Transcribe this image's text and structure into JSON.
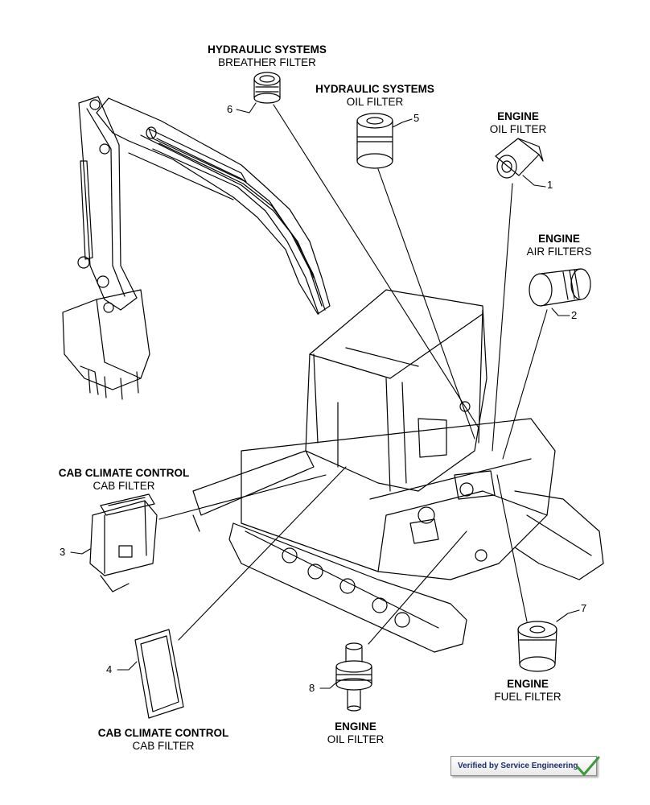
{
  "callouts": [
    {
      "id": "6",
      "title": "HYDRAULIC SYSTEMS",
      "subtitle": "BREATHER FILTER"
    },
    {
      "id": "5",
      "title": "HYDRAULIC SYSTEMS",
      "subtitle": "OIL FILTER"
    },
    {
      "id": "1",
      "title": "ENGINE",
      "subtitle": "OIL FILTER"
    },
    {
      "id": "2",
      "title": "ENGINE",
      "subtitle": "AIR FILTERS"
    },
    {
      "id": "3",
      "title": "CAB CLIMATE CONTROL",
      "subtitle": "CAB FILTER"
    },
    {
      "id": "4",
      "title": "CAB CLIMATE CONTROL",
      "subtitle": "CAB FILTER"
    },
    {
      "id": "7",
      "title": "ENGINE",
      "subtitle": "FUEL FILTER"
    },
    {
      "id": "8",
      "title": "ENGINE",
      "subtitle": "OIL FILTER"
    }
  ],
  "badge": {
    "text": "Verified by Service Engineering",
    "check_color": "#3a9a3a",
    "text_color": "#1c2f6b"
  },
  "line_color": "#000000"
}
